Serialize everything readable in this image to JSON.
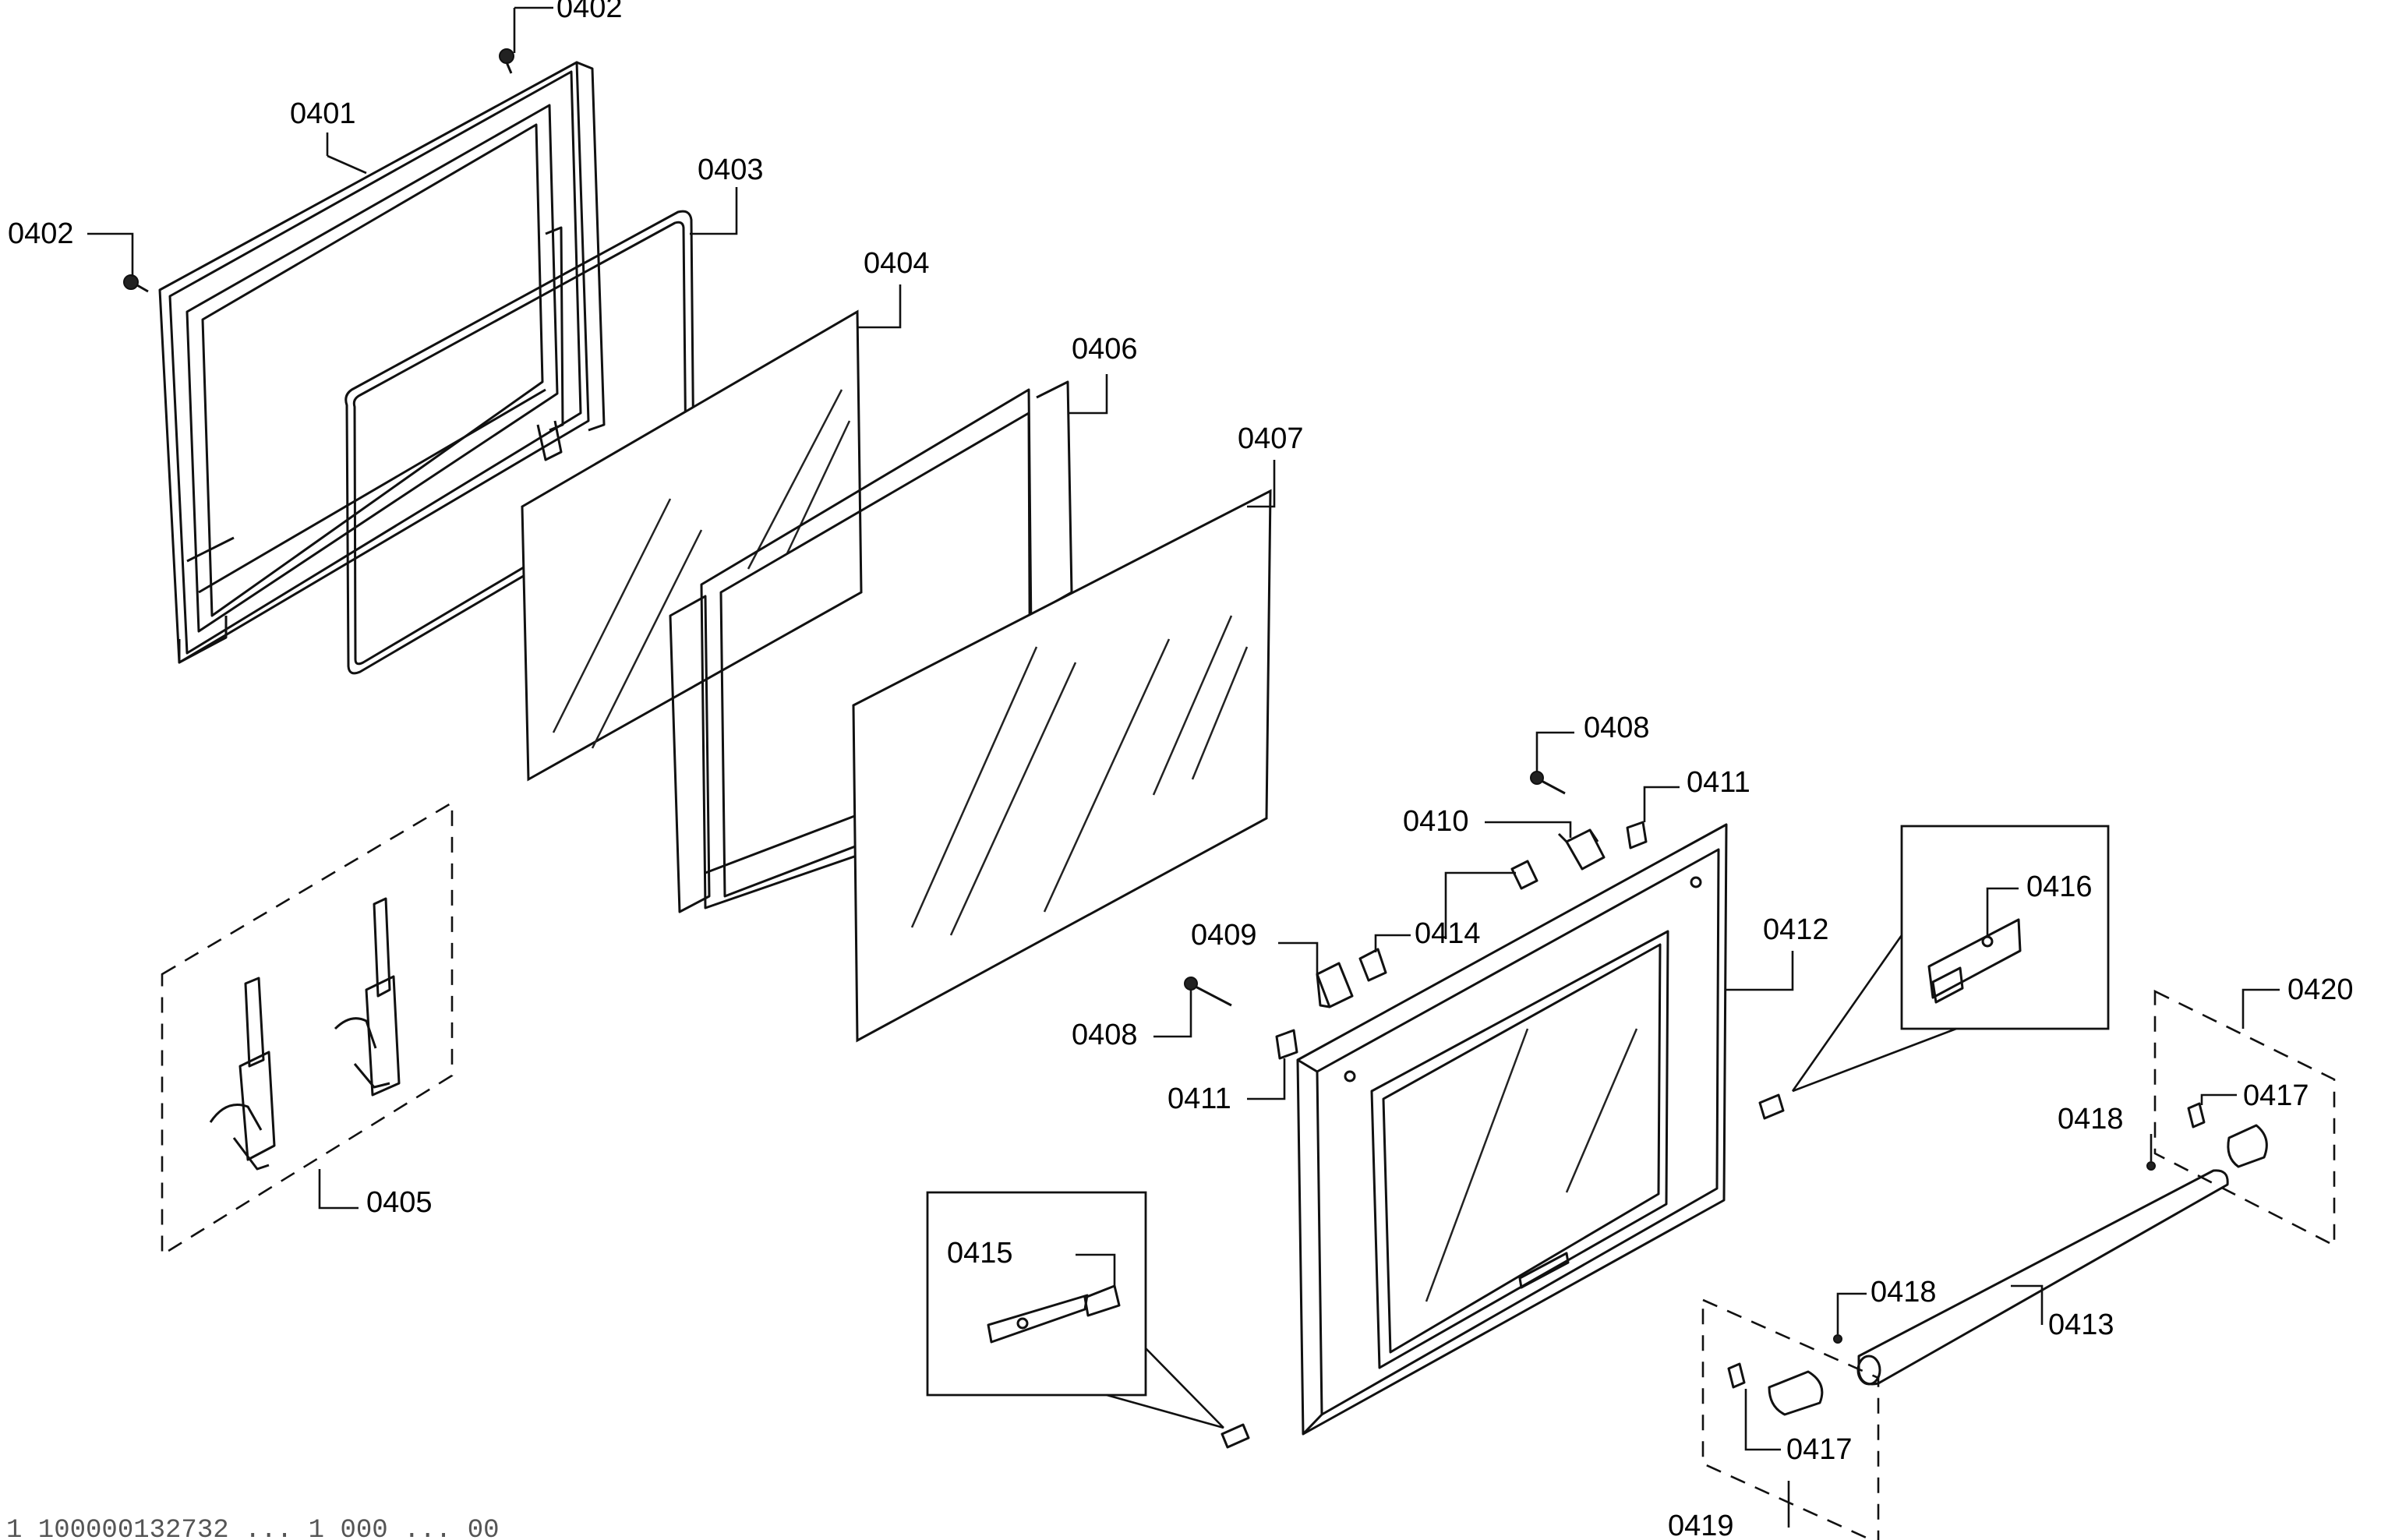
{
  "diagram": {
    "labels": {
      "p0401": "0401",
      "p0402a": "0402",
      "p0402b": "0402",
      "p0403": "0403",
      "p0404": "0404",
      "p0405": "0405",
      "p0406": "0406",
      "p0407": "0407",
      "p0408a": "0408",
      "p0408b": "0408",
      "p0409": "0409",
      "p0410": "0410",
      "p0411a": "0411",
      "p0411b": "0411",
      "p0412": "0412",
      "p0413": "0413",
      "p0414": "0414",
      "p0415": "0415",
      "p0416": "0416",
      "p0417a": "0417",
      "p0417b": "0417",
      "p0418a": "0418",
      "p0418b": "0418",
      "p0419": "0419",
      "p0420": "0420"
    },
    "footer": "1 100000132732 ... 1 000 ... 00"
  }
}
